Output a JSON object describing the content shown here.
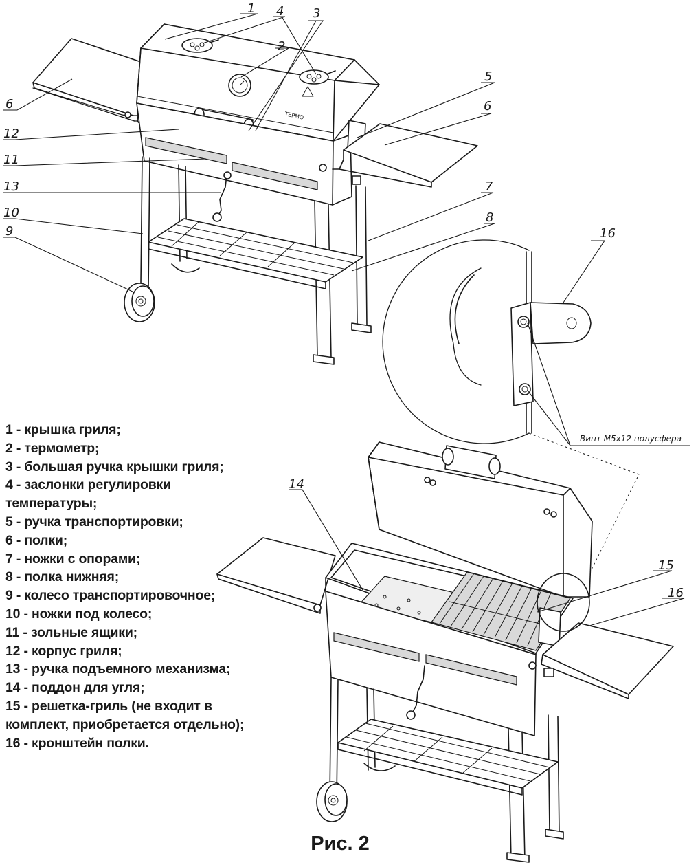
{
  "figure": {
    "callouts_top": [
      {
        "id": "1",
        "text": "1"
      },
      {
        "id": "2",
        "text": "2"
      },
      {
        "id": "3",
        "text": "3"
      },
      {
        "id": "4",
        "text": "4"
      },
      {
        "id": "5",
        "text": "5"
      },
      {
        "id": "6a",
        "text": "6"
      },
      {
        "id": "6b",
        "text": "6"
      },
      {
        "id": "7",
        "text": "7"
      },
      {
        "id": "8",
        "text": "8"
      },
      {
        "id": "9",
        "text": "9"
      },
      {
        "id": "10",
        "text": "10"
      },
      {
        "id": "11",
        "text": "11"
      },
      {
        "id": "12",
        "text": "12"
      },
      {
        "id": "13",
        "text": "13"
      }
    ],
    "callouts_bottom": [
      {
        "id": "14",
        "text": "14"
      },
      {
        "id": "15",
        "text": "15"
      },
      {
        "id": "16b",
        "text": "16"
      }
    ],
    "detail_callout": "16",
    "detail_note": "Винт М5х12 полусфера",
    "lid_logo": "ТЕРМО"
  },
  "legend": [
    "1 - крышка гриля;",
    "2 - термометр;",
    "3 - большая ручка крышки гриля;",
    "4 - заслонки регулировки",
    "температуры;",
    "5 - ручка транспортировки;",
    "6 - полки;",
    "7 - ножки с опорами;",
    "8 - полка нижняя;",
    "9 - колесо транспортировочное;",
    "10 - ножки под колесо;",
    "11 - зольные ящики;",
    "12 - корпус гриля;",
    "13 - ручка подъемного механизма;",
    "14 - поддон для угля;",
    "15 - решетка-гриль (не входит в",
    "комплект, приобретается отдельно);",
    "16 - кронштейн полки."
  ],
  "caption": "Рис. 2"
}
